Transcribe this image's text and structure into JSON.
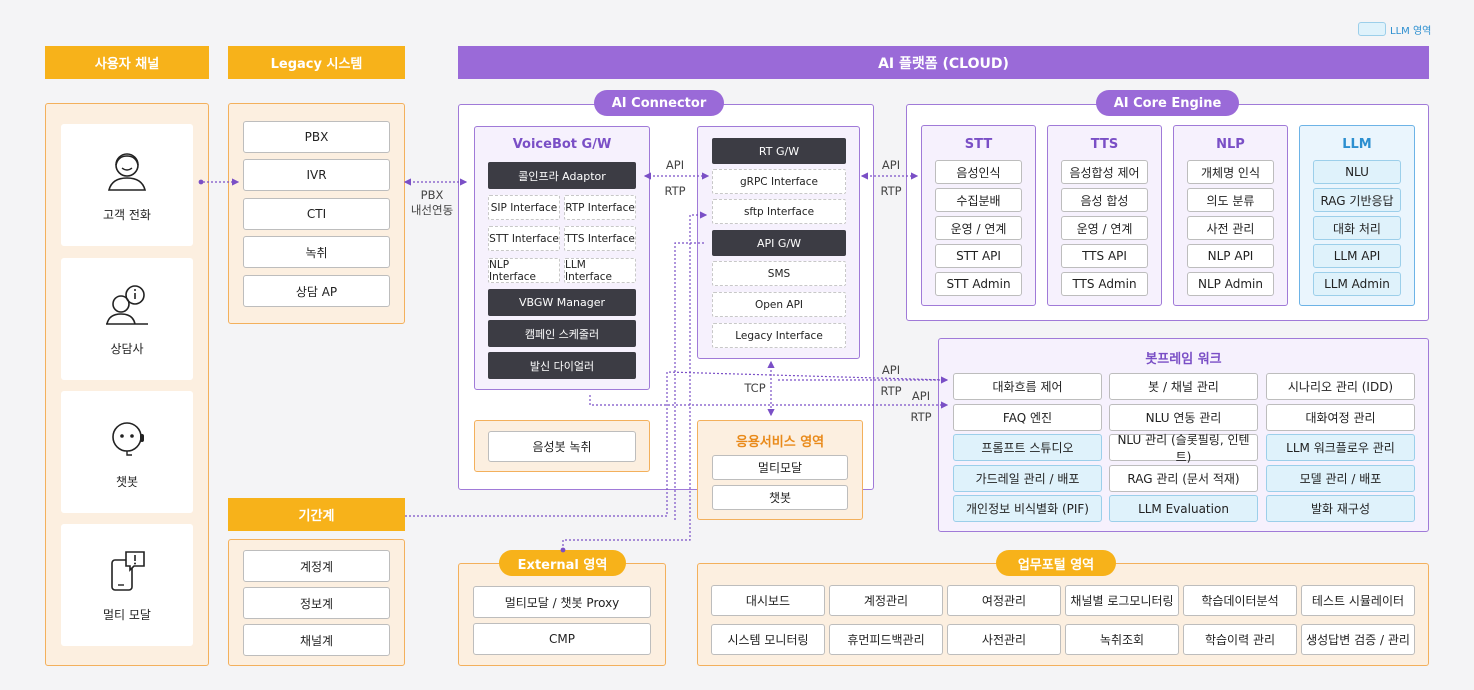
{
  "legend": {
    "label": "LLM 영역"
  },
  "headers": {
    "user": "사용자 채널",
    "legacy": "Legacy 시스템",
    "platform": "AI 플랫폼 (CLOUD)",
    "gigan": "기간계"
  },
  "user_channels": [
    "고객 전화",
    "상담사",
    "챗봇",
    "멀티 모달"
  ],
  "legacy_items": [
    "PBX",
    "IVR",
    "CTI",
    "녹취",
    "상담 AP"
  ],
  "gigan_items": [
    "계정계",
    "정보계",
    "채널계"
  ],
  "pbx_label": {
    "line1": "PBX",
    "line2": "내선연동"
  },
  "connector": {
    "title": "AI Connector",
    "voicebot_title": "VoiceBot G/W",
    "voicebot_adaptor": "콜인프라 Adaptor",
    "voicebot_grid": [
      "SIP Interface",
      "RTP Interface",
      "STT Interface",
      "TTS Interface",
      "NLP Interface",
      "LLM Interface"
    ],
    "voicebot_dark": [
      "VBGW Manager",
      "캠페인 스케줄러",
      "발신 다이얼러"
    ],
    "rec": "음성봇 녹취",
    "rt": [
      "RT G/W",
      "gRPC Interface",
      "sftp Interface",
      "API G/W",
      "SMS",
      "Open API",
      "Legacy Interface"
    ],
    "app_title": "응용서비스 영역",
    "app_items": [
      "멀티모달",
      "챗봇"
    ]
  },
  "link_labels": {
    "api": "API",
    "rtp": "RTP",
    "tcp": "TCP"
  },
  "core": {
    "title": "AI Core Engine",
    "stt": {
      "title": "STT",
      "items": [
        "음성인식",
        "수집분배",
        "운영 / 연계",
        "STT API",
        "STT Admin"
      ]
    },
    "tts": {
      "title": "TTS",
      "items": [
        "음성합성 제어",
        "음성 합성",
        "운영 / 연계",
        "TTS API",
        "TTS Admin"
      ]
    },
    "nlp": {
      "title": "NLP",
      "items": [
        "개체명 인식",
        "의도 분류",
        "사전 관리",
        "NLP API",
        "NLP Admin"
      ]
    },
    "llm": {
      "title": "LLM",
      "items": [
        "NLU",
        "RAG 기반응답",
        "대화 처리",
        "LLM API",
        "LLM Admin"
      ]
    }
  },
  "botframe": {
    "title": "봇프레임 워크",
    "rows": [
      [
        "대화흐름 제어",
        "봇 / 채널 관리",
        "시나리오 관리 (IDD)"
      ],
      [
        "FAQ 엔진",
        "NLU 연동 관리",
        "대화여정 관리"
      ],
      [
        "프롬프트 스튜디오",
        "NLU 관리 (슬롯필링, 인텐트)",
        "LLM 워크플로우 관리"
      ],
      [
        "가드레일 관리 / 배포",
        "RAG 관리 (문서 적재)",
        "모델 관리 / 배포"
      ],
      [
        "개인정보 비식별화 (PIF)",
        "LLM Evaluation",
        "발화 재구성"
      ]
    ]
  },
  "external": {
    "title": "External 영역",
    "items": [
      "멀티모달 / 챗봇 Proxy",
      "CMP"
    ]
  },
  "portal": {
    "title": "업무포털 영역",
    "row1": [
      "대시보드",
      "계정관리",
      "여정관리",
      "채널별 로그모니터링",
      "학습데이터분석",
      "테스트 시뮬레이터"
    ],
    "row2": [
      "시스템 모니터링",
      "휴먼피드백관리",
      "사전관리",
      "녹취조회",
      "학습이력 관리",
      "생성답변 검증 / 관리"
    ]
  },
  "colors": {
    "orange": "#f7b21a",
    "purple": "#9a6ad8",
    "llm_blue": "#dff2fb"
  }
}
